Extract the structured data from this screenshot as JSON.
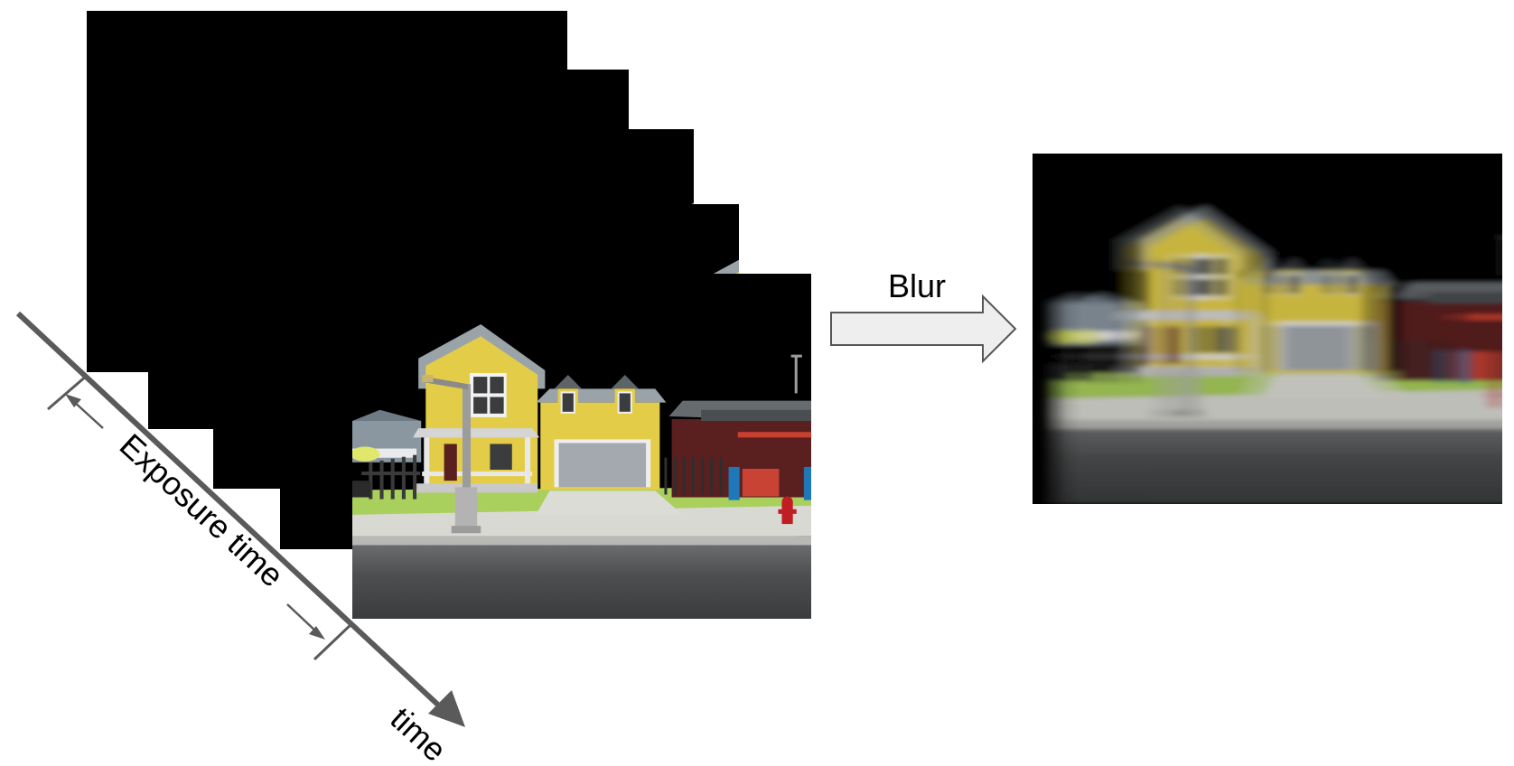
{
  "labels": {
    "exposure": "Exposure time",
    "time": "time",
    "blur": "Blur"
  },
  "colors": {
    "sky": "#000000",
    "house_yellow": "#e3cd48",
    "roof_gray": "#9aa3a8",
    "roof_dark": "#5d6468",
    "garage_door": "#a3a9af",
    "trim_white": "#e8e8e8",
    "road": "#4b4d4e",
    "sidewalk": "#d7d7d2",
    "lawn": "#a9cf5c",
    "barn_red": "#5a1f1f",
    "accent_red": "#c84334",
    "accent_blue": "#1e78b8",
    "hydrant": "#c01e24",
    "axis_gray": "#5a5a5a",
    "arrow_fill": "#eeeeee",
    "arrow_stroke": "#555555"
  },
  "icons": {
    "timeline": "diagonal-arrow-icon",
    "blur_arrow": "block-arrow-right-icon"
  }
}
